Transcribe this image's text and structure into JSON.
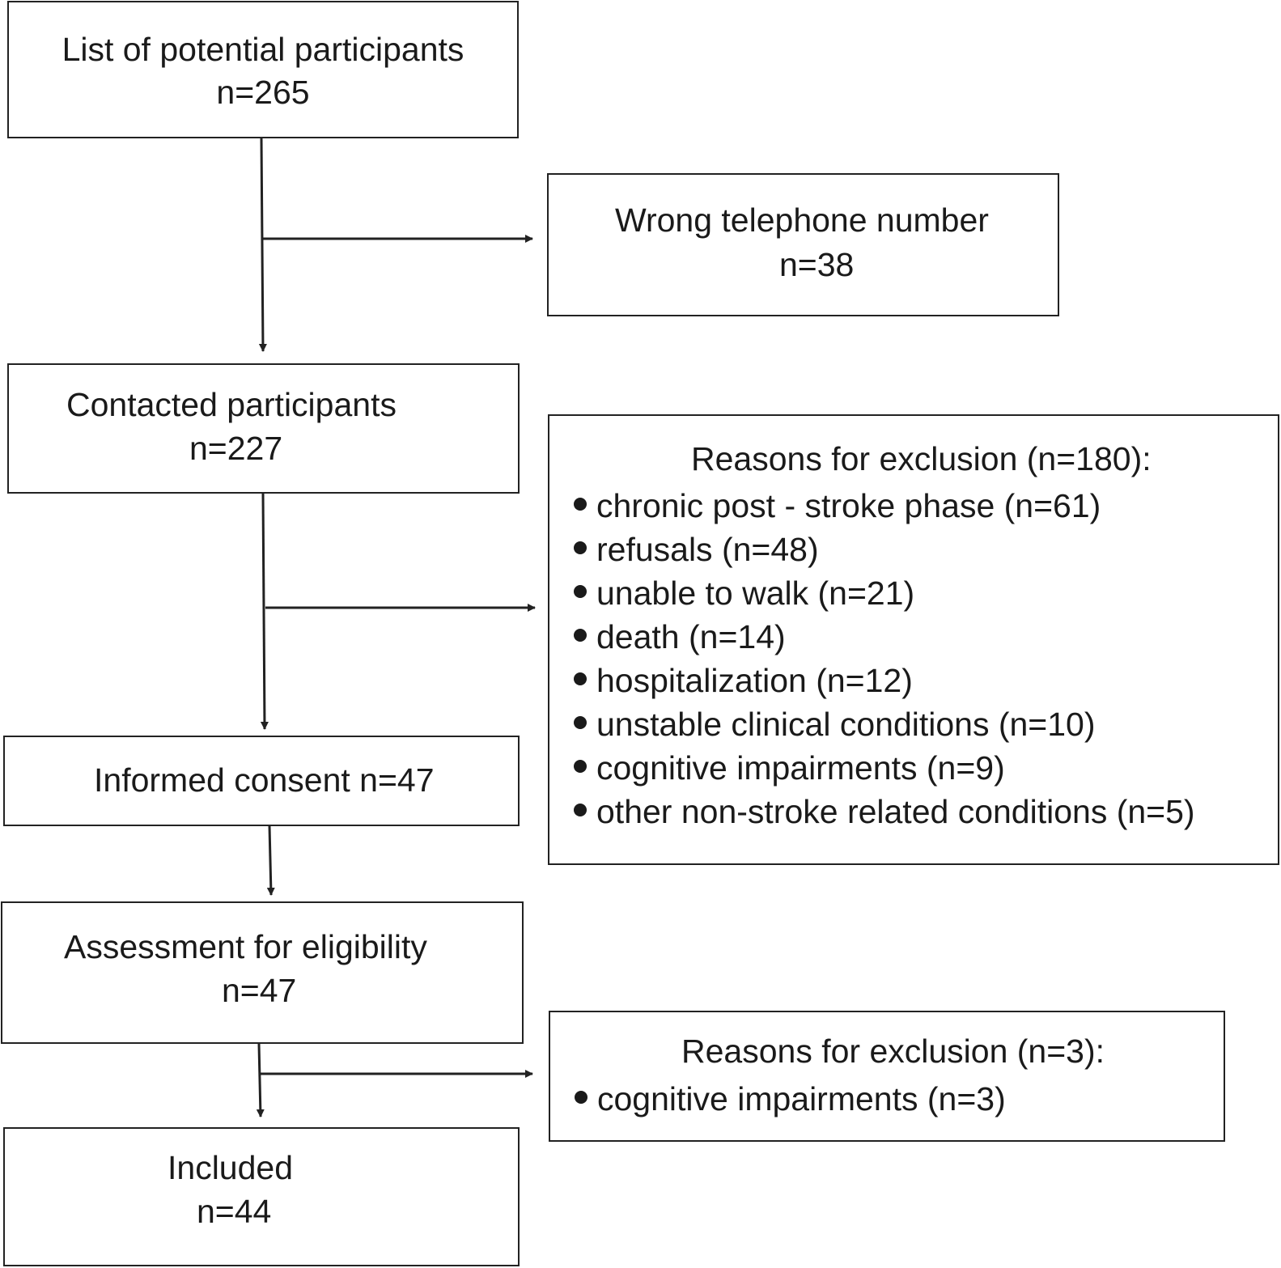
{
  "boxes": {
    "potential": {
      "label": "List of potential participants",
      "count": "n=265"
    },
    "wrong_phone": {
      "label": "Wrong telephone number",
      "count": "n=38"
    },
    "contacted": {
      "label": "Contacted participants",
      "count": "n=227"
    },
    "exclusion1": {
      "title": "Reasons for exclusion (n=180):",
      "items": [
        "chronic post - stroke phase (n=61)",
        "refusals (n=48)",
        "unable to walk (n=21)",
        "death (n=14)",
        "hospitalization (n=12)",
        "unstable clinical conditions (n=10)",
        "cognitive impairments (n=9)",
        "other non-stroke related conditions (n=5)"
      ]
    },
    "consent": {
      "label": "Informed consent n=47"
    },
    "assessment": {
      "label": "Assessment for eligibility",
      "count": "n=47"
    },
    "exclusion2": {
      "title": "Reasons for exclusion (n=3):",
      "items": [
        "cognitive impairments (n=3)"
      ]
    },
    "included": {
      "label": "Included",
      "count": "n=44"
    }
  },
  "colors": {
    "stroke": "#222222",
    "text": "#1a1a1a",
    "background": "#ffffff"
  }
}
